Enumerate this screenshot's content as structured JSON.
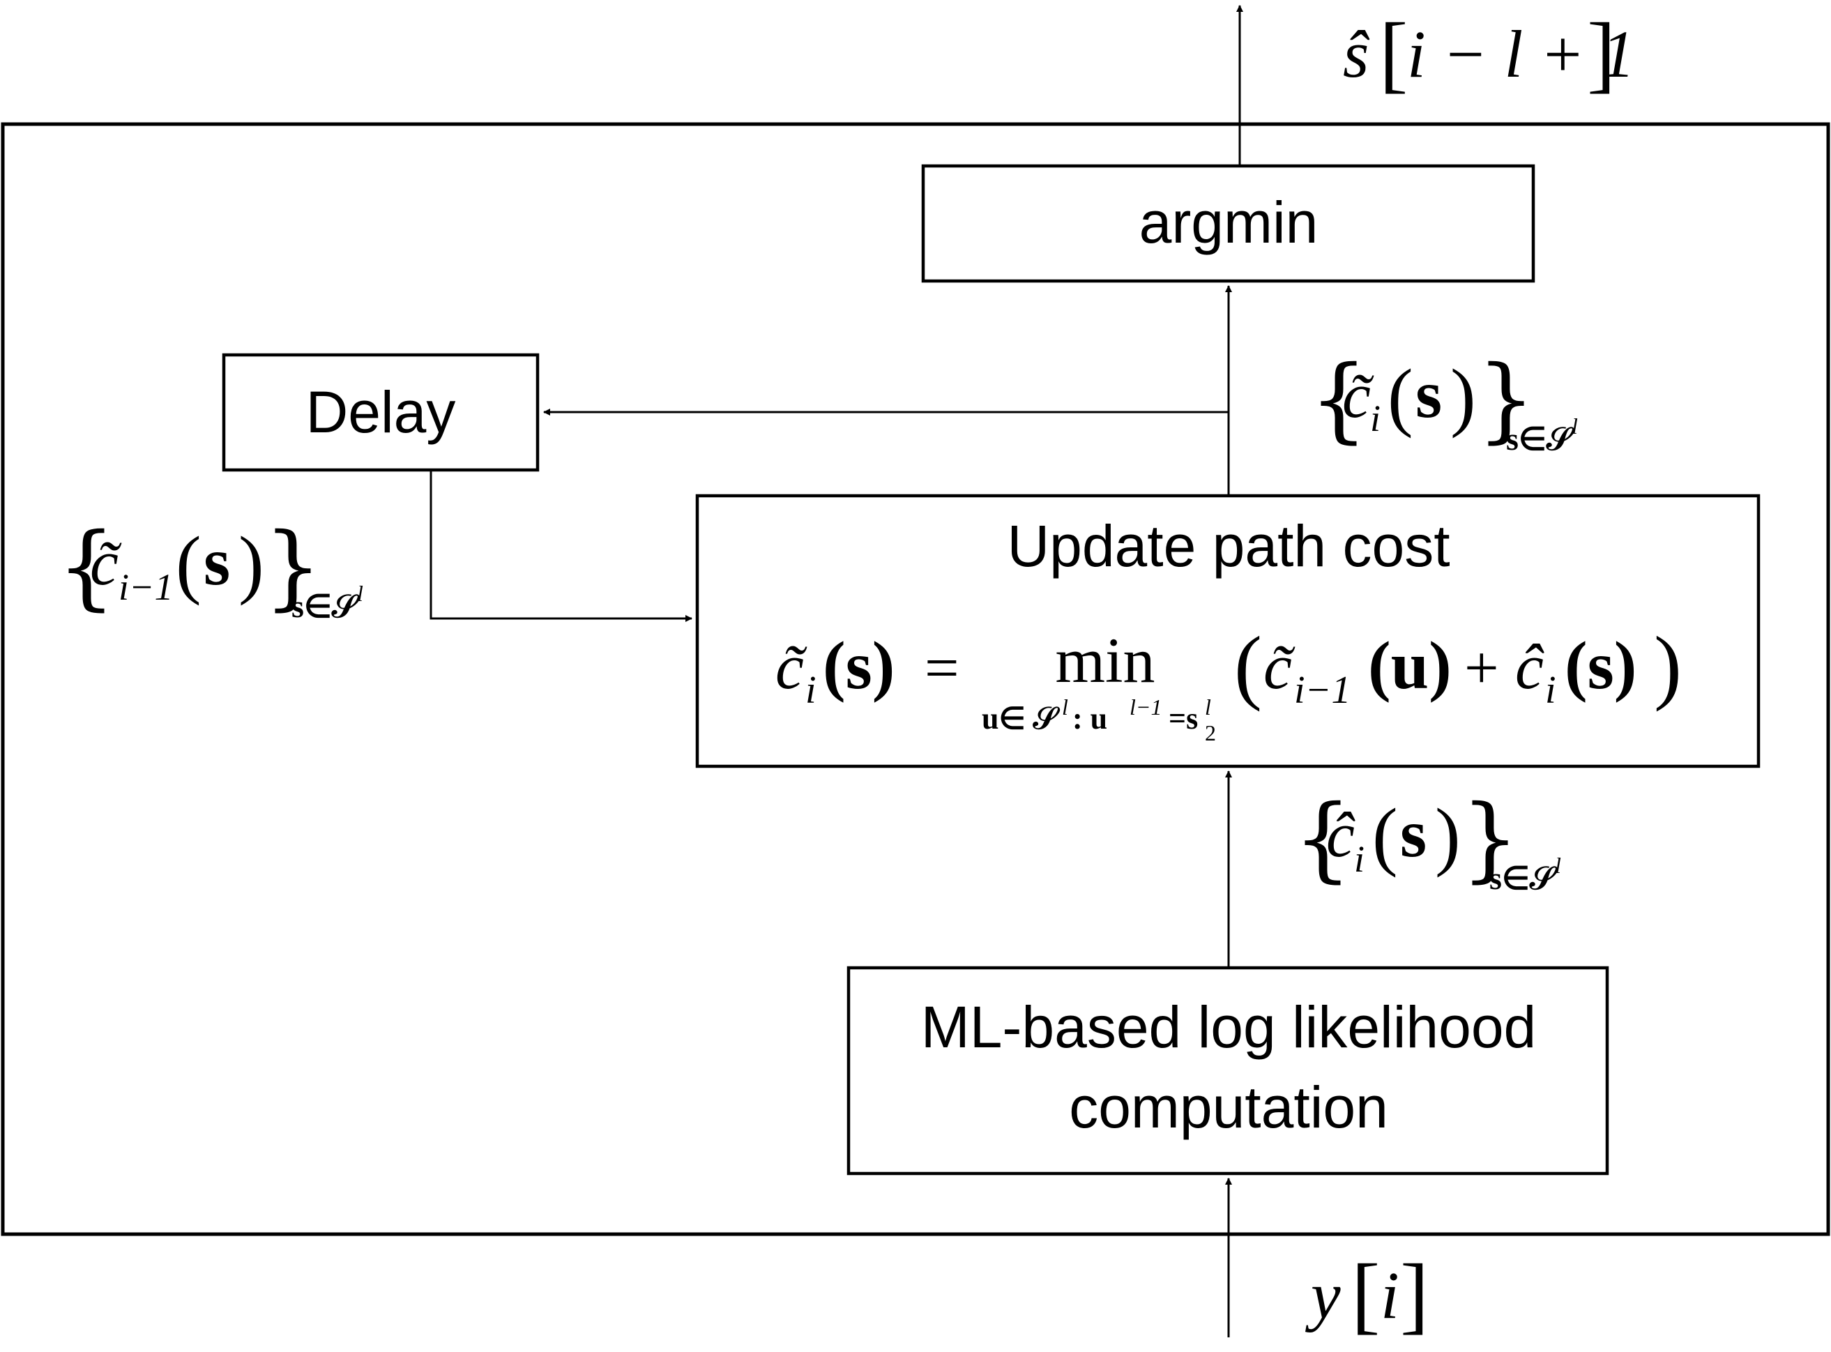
{
  "blocks": {
    "argmin": "argmin",
    "delay": "Delay",
    "update_title": "Update path cost",
    "ml_line1": "ML-based log likelihood",
    "ml_line2": "computation"
  },
  "signals": {
    "output": {
      "hat": "ŝ",
      "lb": "[",
      "expr": "i − l + 1",
      "rb": "]"
    },
    "input": {
      "var": "y",
      "lb": "[",
      "idx": "i",
      "rb": "]"
    },
    "cost_tilde": {
      "lb": "{",
      "c": "c̃",
      "sub": "i",
      "lp": "(",
      "s": "s",
      "rp": ")",
      "rb": "}",
      "set": "s∈𝒮",
      "sup": "l"
    },
    "cost_prev": {
      "lb": "{",
      "c": "c̃",
      "sub": "i−1",
      "lp": "(",
      "s": "s",
      "rp": ")",
      "rb": "}",
      "set": "s∈𝒮",
      "sup": "l"
    },
    "cost_hat": {
      "lb": "{",
      "c": "ĉ",
      "sub": "i",
      "lp": "(",
      "s": "s",
      "rp": ")",
      "rb": "}",
      "set": "s∈𝒮",
      "sup": "l"
    }
  },
  "equation": {
    "lhs_c": "c̃",
    "lhs_sub": "i",
    "lhs_arg": "(s)",
    "eq": "=",
    "op": "min",
    "under_a": "u∈ 𝒮",
    "under_a_sup": "l",
    "under_b": ": u",
    "under_b_sup": "l−1",
    "under_c": "=s",
    "under_c_sup": "l",
    "under_c_sub": "2",
    "open": "(",
    "t1_c": "c̃",
    "t1_sub": "i−1",
    "t1_arg": "(u)",
    "plus": "+",
    "t2_c": "ĉ",
    "t2_sub": "i",
    "t2_arg": "(s)",
    "close": ")"
  }
}
